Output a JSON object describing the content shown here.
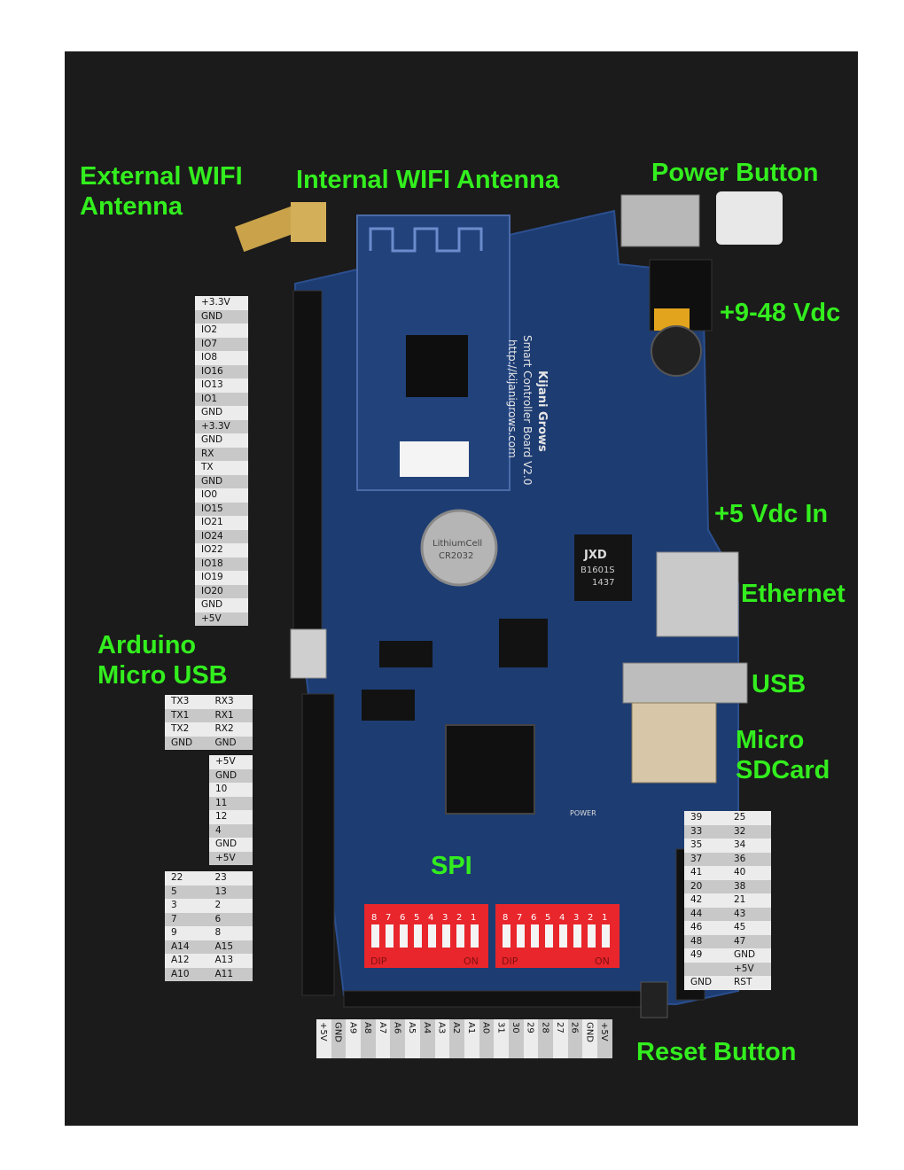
{
  "labels": {
    "external_wifi_line1": "External WIFI",
    "external_wifi_line2": "Antenna",
    "internal_wifi": "Internal WIFI Antenna",
    "power_button": "Power Button",
    "vdc_9_48": "+9-48 Vdc",
    "vdc_5_in": "+5 Vdc In",
    "ethernet": "Ethernet",
    "usb": "USB",
    "micro_sdcard_line1": "Micro",
    "micro_sdcard_line2": "SDCard",
    "arduino_usb_line1": "Arduino",
    "arduino_usb_line2": "Micro USB",
    "spi": "SPI",
    "reset_button": "Reset Button"
  },
  "board_text": {
    "title_line1": "Kijani Grows",
    "title_line2": "Smart Controller Board V2.0",
    "url": "http://kijanigrows.com",
    "ethernet_chip_brand": "JXD",
    "ethernet_chip_model": "B1601S",
    "ethernet_chip_code": "1437",
    "coin_cell_line1": "LithiumCell",
    "coin_cell_line2": "CR2032",
    "power_text": "POWER",
    "dip_text": "DIP",
    "on_text": "ON",
    "dip_numbers": [
      "8",
      "7",
      "6",
      "5",
      "4",
      "3",
      "2",
      "1"
    ]
  },
  "colors": {
    "label_green": "#33ee1e",
    "board_blue": "#1d3c72",
    "dip_red": "#e8262c",
    "background_dark": "#1b1b1b"
  },
  "wifi_header_pins": [
    "+3.3V",
    "GND",
    "IO2",
    "IO7",
    "IO8",
    "IO16",
    "IO13",
    "IO1",
    "GND",
    "+3.3V",
    "GND",
    "RX",
    "TX",
    "GND",
    "IO0",
    "IO15",
    "IO21",
    "IO24",
    "IO22",
    "IO18",
    "IO19",
    "IO20",
    "GND",
    "+5V"
  ],
  "serial_pins": [
    [
      "TX3",
      "RX3"
    ],
    [
      "TX1",
      "RX1"
    ],
    [
      "TX2",
      "RX2"
    ],
    [
      "GND",
      "GND"
    ]
  ],
  "digital_left_pins": [
    "+5V",
    "GND",
    "10",
    "11",
    "12",
    "4",
    "GND",
    "+5V"
  ],
  "digital_pairs_left": [
    [
      "22",
      "23"
    ],
    [
      "5",
      "13"
    ],
    [
      "3",
      "2"
    ],
    [
      "7",
      "6"
    ],
    [
      "9",
      "8"
    ],
    [
      "A14",
      "A15"
    ],
    [
      "A12",
      "A13"
    ],
    [
      "A10",
      "A11"
    ]
  ],
  "digital_pairs_right": [
    [
      "39",
      "25"
    ],
    [
      "33",
      "32"
    ],
    [
      "35",
      "34"
    ],
    [
      "37",
      "36"
    ],
    [
      "41",
      "40"
    ],
    [
      "20",
      "38"
    ],
    [
      "42",
      "21"
    ],
    [
      "44",
      "43"
    ],
    [
      "46",
      "45"
    ],
    [
      "48",
      "47"
    ],
    [
      "49",
      "GND"
    ],
    [
      "",
      "+5V"
    ],
    [
      "GND",
      "RST"
    ]
  ],
  "bottom_pins": [
    "+5V",
    "GND",
    "A9",
    "A8",
    "A7",
    "A6",
    "A5",
    "A4",
    "A3",
    "A2",
    "A1",
    "A0",
    "31",
    "30",
    "29",
    "28",
    "27",
    "26",
    "GND",
    "+5V"
  ]
}
